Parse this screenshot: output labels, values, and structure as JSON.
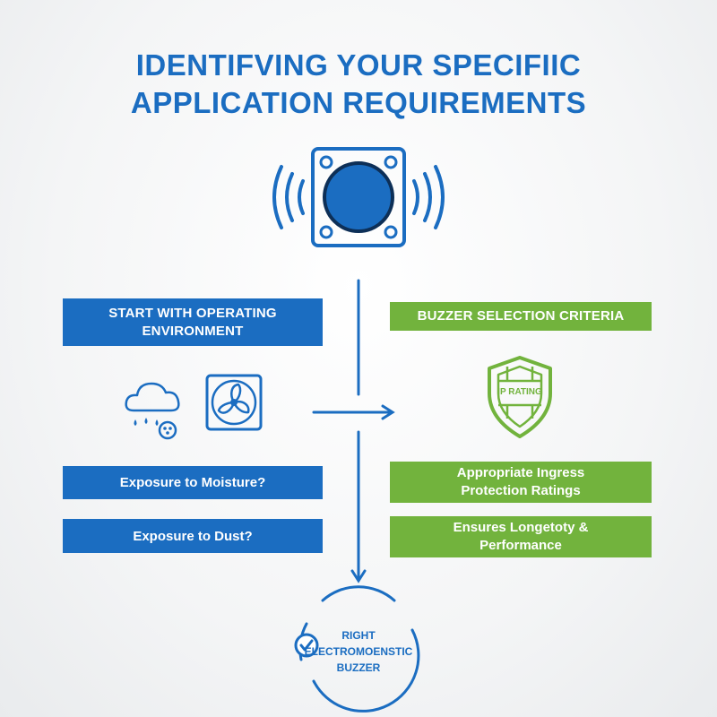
{
  "title": {
    "line1": "IDENTIFVING YOUR SPECIFIIC",
    "line2": "APPLICATION REQUIREMENTS"
  },
  "left": {
    "header_line1": "START WITH OPERATING",
    "header_line2": "ENVIRONMENT",
    "question_moisture": "Exposure to Moisture?",
    "question_dust": "Exposure to Dust?"
  },
  "right": {
    "header": "BUZZER SELECTION CRITERIA",
    "shield_label": "IP RATING",
    "criterion1_line1": "Appropriate Ingress",
    "criterion1_line2": "Protection Ratings",
    "criterion2_line1": "Ensures Longetoty &",
    "criterion2_line2": "Performance"
  },
  "result": {
    "line1": "RIGHT",
    "line2": "ELECTROMOENSTIC",
    "line3": "BUZZER"
  },
  "colors": {
    "primary_blue": "#1b6dc1",
    "accent_green": "#72b33d",
    "background": "#f4f5f6"
  },
  "icons": [
    "buzzer-icon",
    "sound-wave-icon",
    "cloud-rain-icon",
    "dust-icon",
    "fan-icon",
    "shield-icon",
    "check-icon"
  ]
}
